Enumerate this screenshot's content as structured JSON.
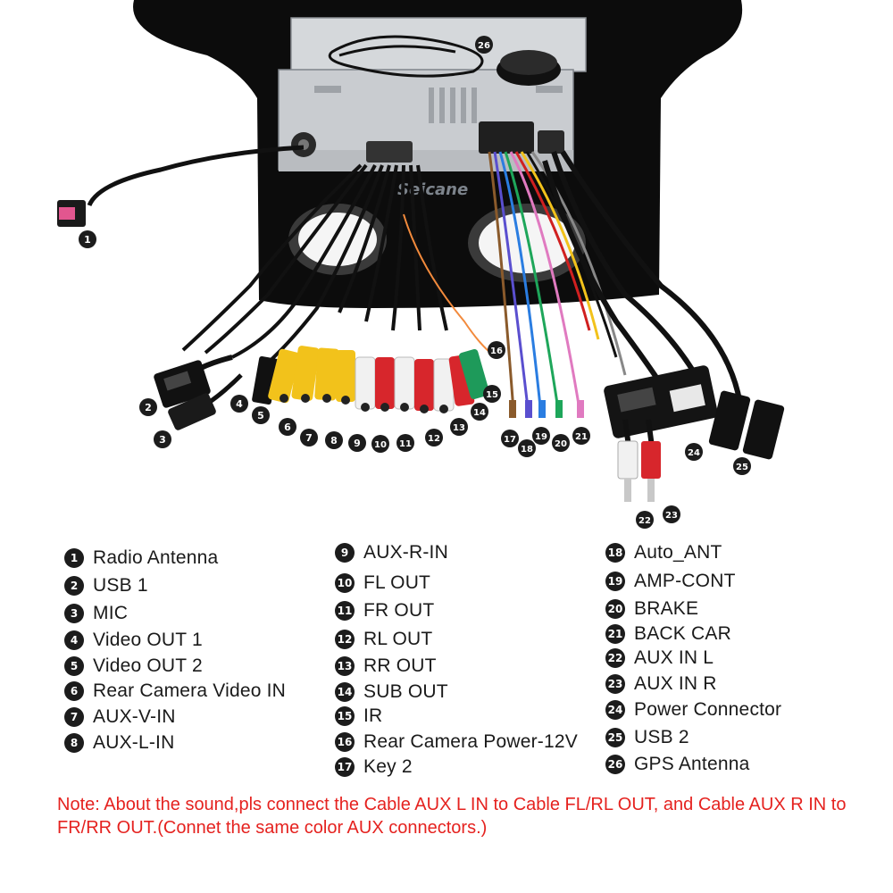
{
  "watermark": "Seicane",
  "callouts": [
    "1",
    "2",
    "3",
    "4",
    "5",
    "6",
    "7",
    "8",
    "9",
    "10",
    "11",
    "12",
    "13",
    "14",
    "15",
    "16",
    "17",
    "18",
    "19",
    "20",
    "21",
    "22",
    "23",
    "24",
    "25",
    "26"
  ],
  "legend": {
    "column1": [
      {
        "num": "1",
        "label": "Radio Antenna"
      },
      {
        "num": "2",
        "label": "USB 1"
      },
      {
        "num": "3",
        "label": "MIC"
      },
      {
        "num": "4",
        "label": "Video OUT 1"
      },
      {
        "num": "5",
        "label": "Video OUT 2"
      },
      {
        "num": "6",
        "label": "Rear Camera Video IN"
      },
      {
        "num": "7",
        "label": "AUX-V-IN"
      },
      {
        "num": "8",
        "label": "AUX-L-IN"
      }
    ],
    "column2": [
      {
        "num": "9",
        "label": "AUX-R-IN"
      },
      {
        "num": "10",
        "label": "FL OUT"
      },
      {
        "num": "11",
        "label": "FR OUT"
      },
      {
        "num": "12",
        "label": "RL OUT"
      },
      {
        "num": "13",
        "label": "RR OUT"
      },
      {
        "num": "14",
        "label": "SUB OUT"
      },
      {
        "num": "15",
        "label": "IR"
      },
      {
        "num": "16",
        "label": "Rear Camera Power-12V"
      },
      {
        "num": "17",
        "label": "Key 2"
      }
    ],
    "column3": [
      {
        "num": "18",
        "label": "Auto_ANT"
      },
      {
        "num": "19",
        "label": "AMP-CONT"
      },
      {
        "num": "20",
        "label": "BRAKE"
      },
      {
        "num": "21",
        "label": "BACK CAR"
      },
      {
        "num": "22",
        "label": "AUX IN L"
      },
      {
        "num": "23",
        "label": "AUX IN R"
      },
      {
        "num": "24",
        "label": "Power Connector"
      },
      {
        "num": "25",
        "label": "USB 2"
      },
      {
        "num": "26",
        "label": "GPS Antenna"
      }
    ]
  },
  "note": "Note: About the sound,pls connect the Cable AUX L IN to Cable FL/RL OUT, and Cable AUX R IN to  FR/RR OUT.(Connet the same color AUX connectors.)",
  "colors": {
    "note_red": "#e5221f",
    "badge": "#1c1c1c",
    "rca_yellow": "#f2c21b",
    "rca_white": "#f1f1f1",
    "rca_red": "#d7262c",
    "rca_green": "#1e9a5a",
    "panel_black": "#0c0c0c",
    "chassis_silver": "#c9ccd0"
  }
}
